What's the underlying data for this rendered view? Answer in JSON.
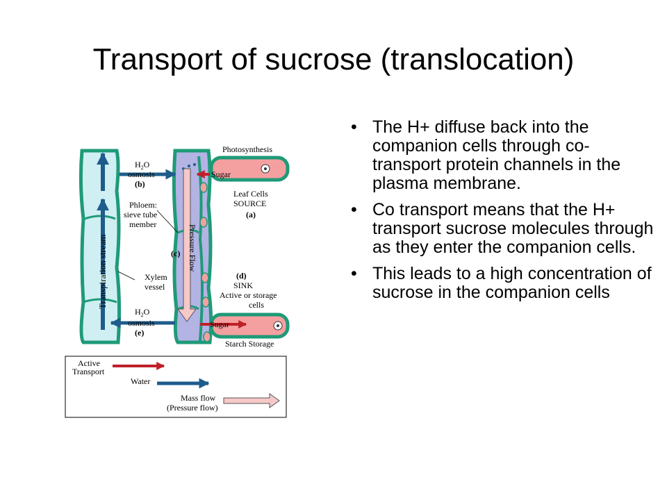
{
  "slide": {
    "title": "Transport of sucrose (translocation)",
    "bullets": [
      "The H+ diffuse back into the companion cells through co-transport protein channels in the plasma membrane.",
      "Co transport means that the H+ transport sucrose molecules through as they enter the companion cells.",
      "This leads to a high concentration of sucrose in the companion cells"
    ],
    "bullet_glyph": "•"
  },
  "diagram": {
    "labels": {
      "photosynthesis": "Photosynthesis",
      "h2o_top": "H",
      "h2o_top_sub": "2",
      "h2o_top_end": "O",
      "osmosis_top": "osmosis",
      "b": "(b)",
      "sugar_top": "Sugar",
      "leaf_cells": "Leaf Cells",
      "source": "SOURCE",
      "a": "(a)",
      "phloem": "Phloem:",
      "sieve_tube": "sieve tube",
      "member": "member",
      "pressure_flow": "Pressure Flow",
      "c": "(c)",
      "transpiration_stream": "Transpiration stream",
      "d": "(d)",
      "sink": "SINK",
      "active_storage": "Active or storage",
      "cells": "cells",
      "xylem": "Xylem",
      "vessel": "vessel",
      "h2o_bottom": "H",
      "h2o_bottom_sub": "2",
      "h2o_bottom_end": "O",
      "osmosis_bottom": "osmosis",
      "e": "(e)",
      "sugar_bottom": "Sugar",
      "starch_storage": "Starch Storage"
    },
    "legend": {
      "active_1": "Active",
      "active_2": "Transport",
      "water": "Water",
      "mass_1": "Mass flow",
      "mass_2": "(Pressure flow)"
    },
    "colors": {
      "xylem_fill": "#cfeff3",
      "xylem_wall": "#1f9a78",
      "phloem_fill": "#b3b3e4",
      "cell_fill": "#f5a0a0",
      "water_arrow": "#1e5c8c",
      "active_arrow": "#c0202a",
      "mass_arrow": "#f6c8c8"
    }
  }
}
